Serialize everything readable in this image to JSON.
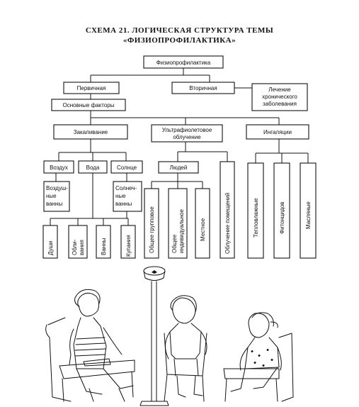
{
  "title": {
    "line1": "СХЕМА 21. ЛОГИЧЕСКАЯ СТРУКТУРА ТЕМЫ",
    "line2": "«ФИЗИОПРОФИЛАКТИКА»"
  },
  "nodes": {
    "root": "Физиопрофилактика",
    "primary": "Первичная",
    "secondary": "Вторичная",
    "chronic": [
      "Лечение",
      "хронического",
      "заболевания"
    ],
    "basic_factors": "Основные факторы",
    "hardening": "Закаливание",
    "uv": [
      "Ультрафиолетовое",
      "облучение"
    ],
    "inhalation": "Ингаляции",
    "air": "Воздух",
    "water": "Вода",
    "sun": "Солнце",
    "people": "Людей",
    "room_irradiation": "Облучение помещений",
    "air_baths": [
      "Воздуш-",
      "ные",
      "ванны"
    ],
    "sun_baths": [
      "Солнеч-",
      "ные",
      "ванны"
    ],
    "shower": "Души",
    "douse": [
      "Обли-",
      "вания"
    ],
    "baths": "Ванны",
    "bathing": "Купания",
    "group": "Общее групповое",
    "individual": [
      "Общее",
      "индивидуальное"
    ],
    "local": "Местное",
    "warm_moist": "Тепловлажные",
    "phytoncide": "Фитонцидов",
    "oil": "Масляные"
  },
  "colors": {
    "ink": "#111111",
    "paper": "#ffffff"
  }
}
